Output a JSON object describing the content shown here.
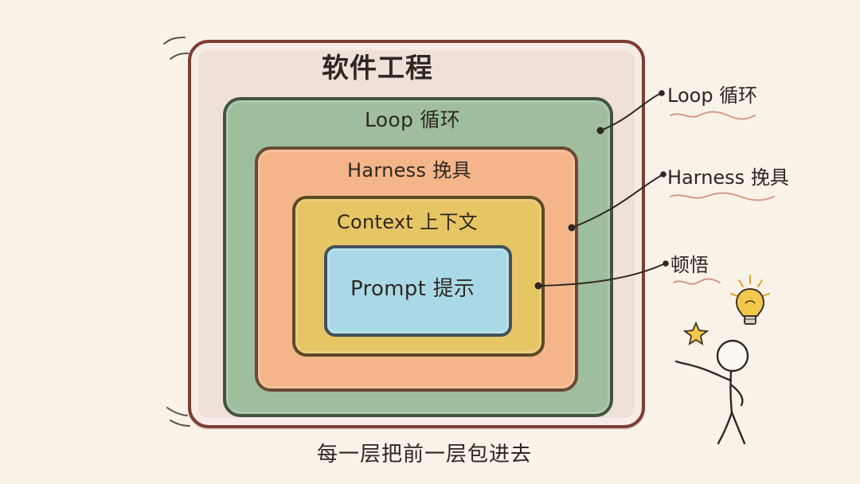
{
  "diagram": {
    "title": "软件工程",
    "layers": {
      "loop": "Loop 循环",
      "harness": "Harness 挽具",
      "context": "Context 上下文",
      "prompt": "Prompt 提示"
    },
    "callouts": {
      "loop": "Loop 循环",
      "harness": "Harness 挽具",
      "enlightenment": "顿悟"
    },
    "caption": "每一层把前一层包进去"
  },
  "colors": {
    "software": "#efe0d8",
    "loop": "#9ebe9d",
    "harness": "#f4b58a",
    "context": "#e6c564",
    "prompt": "#a9d9e6"
  },
  "icons": {
    "bulb": "lightbulb-icon",
    "star": "star-icon",
    "person": "stick-figure"
  }
}
